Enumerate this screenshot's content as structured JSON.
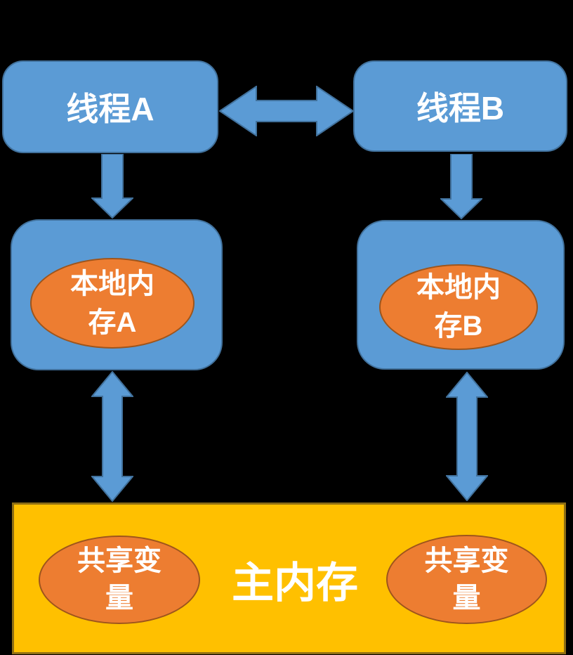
{
  "colors": {
    "bg": "#000000",
    "box_fill": "#5B9BD5",
    "box_border": "#41719C",
    "ellipse_fill": "#ED7D31",
    "ellipse_border": "#9E551C",
    "main_fill": "#FFC000",
    "main_border": "#8F6E14",
    "text_color": "#FFFFFF"
  },
  "nodes": {
    "thread_a": {
      "label": "线程A"
    },
    "thread_b": {
      "label": "线程B"
    },
    "local_memory_a": {
      "line1": "本地内",
      "line2": "存A"
    },
    "local_memory_b": {
      "line1": "本地内",
      "line2": "存B"
    },
    "main_memory": {
      "label": "主内存"
    },
    "shared_variable_left": {
      "line1": "共享变",
      "line2": "量"
    },
    "shared_variable_right": {
      "line1": "共享变",
      "line2": "量"
    }
  },
  "arrows": {
    "thread_a_thread_b": "bidirectional-horizontal",
    "thread_a_to_local_a": "down",
    "thread_b_to_local_b": "down",
    "local_a_main_memory": "bidirectional-vertical",
    "local_b_main_memory": "bidirectional-vertical"
  }
}
